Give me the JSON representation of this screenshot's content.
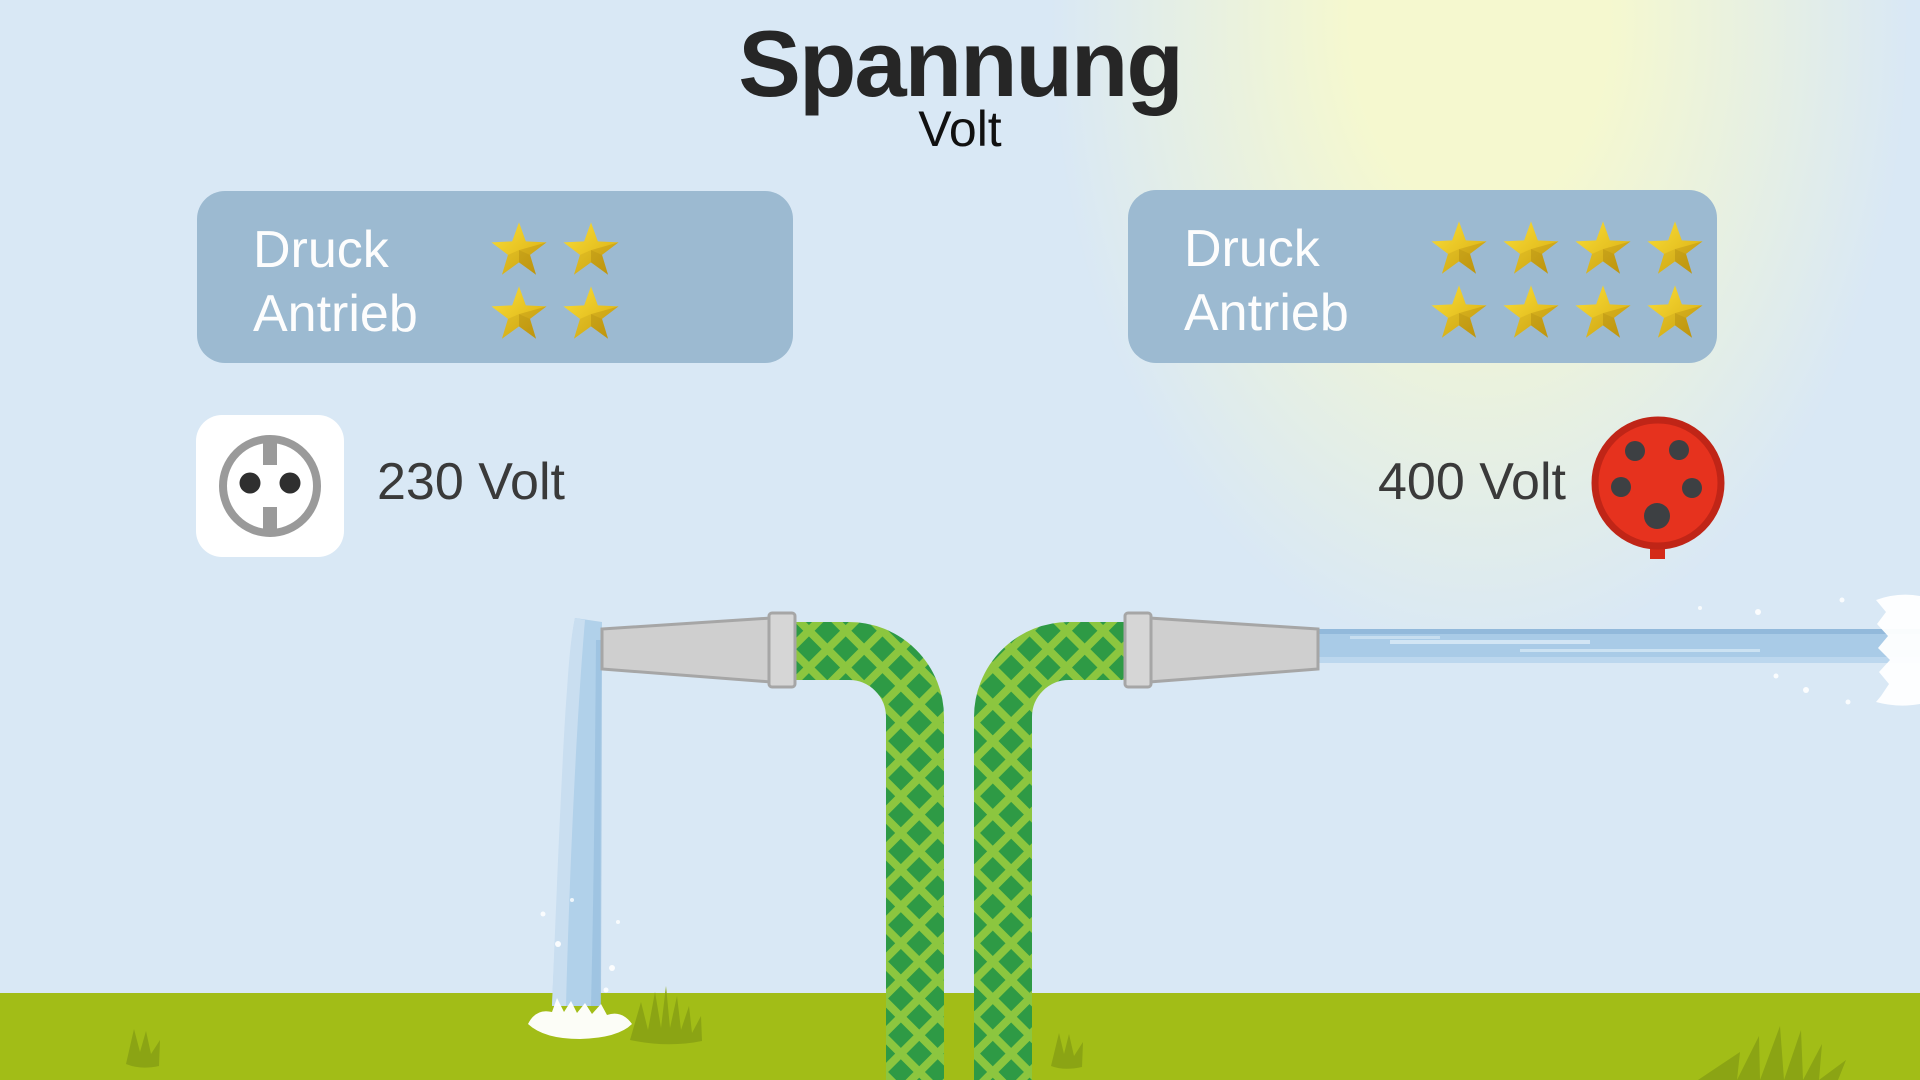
{
  "title": "Spannung",
  "subtitle": "Volt",
  "panels": {
    "left": {
      "rows": [
        {
          "label": "Druck",
          "stars": 2
        },
        {
          "label": "Antrieb",
          "stars": 2
        }
      ],
      "voltage_label": "230 Volt",
      "socket": "schuko-socket-230v"
    },
    "right": {
      "rows": [
        {
          "label": "Druck",
          "stars": 4
        },
        {
          "label": "Antrieb",
          "stars": 4
        }
      ],
      "voltage_label": "400 Volt",
      "socket": "cee-socket-400v"
    }
  },
  "colors": {
    "sky": "#d9e8f5",
    "sun": "#f5f8cf",
    "panel": "#9cbad1",
    "panel-text": "#fdfdfd",
    "grass": "#a2bd17",
    "tuft": "#8ba414",
    "hose-dark": "#2e9a45",
    "hose-light": "#8cc63f",
    "nozzle": "#cfcfcf",
    "water": "#a9cbe7",
    "red": "#e6321e",
    "star-gold": "#f2ce20",
    "title": "#262626",
    "volt": "#3a3a3a"
  }
}
